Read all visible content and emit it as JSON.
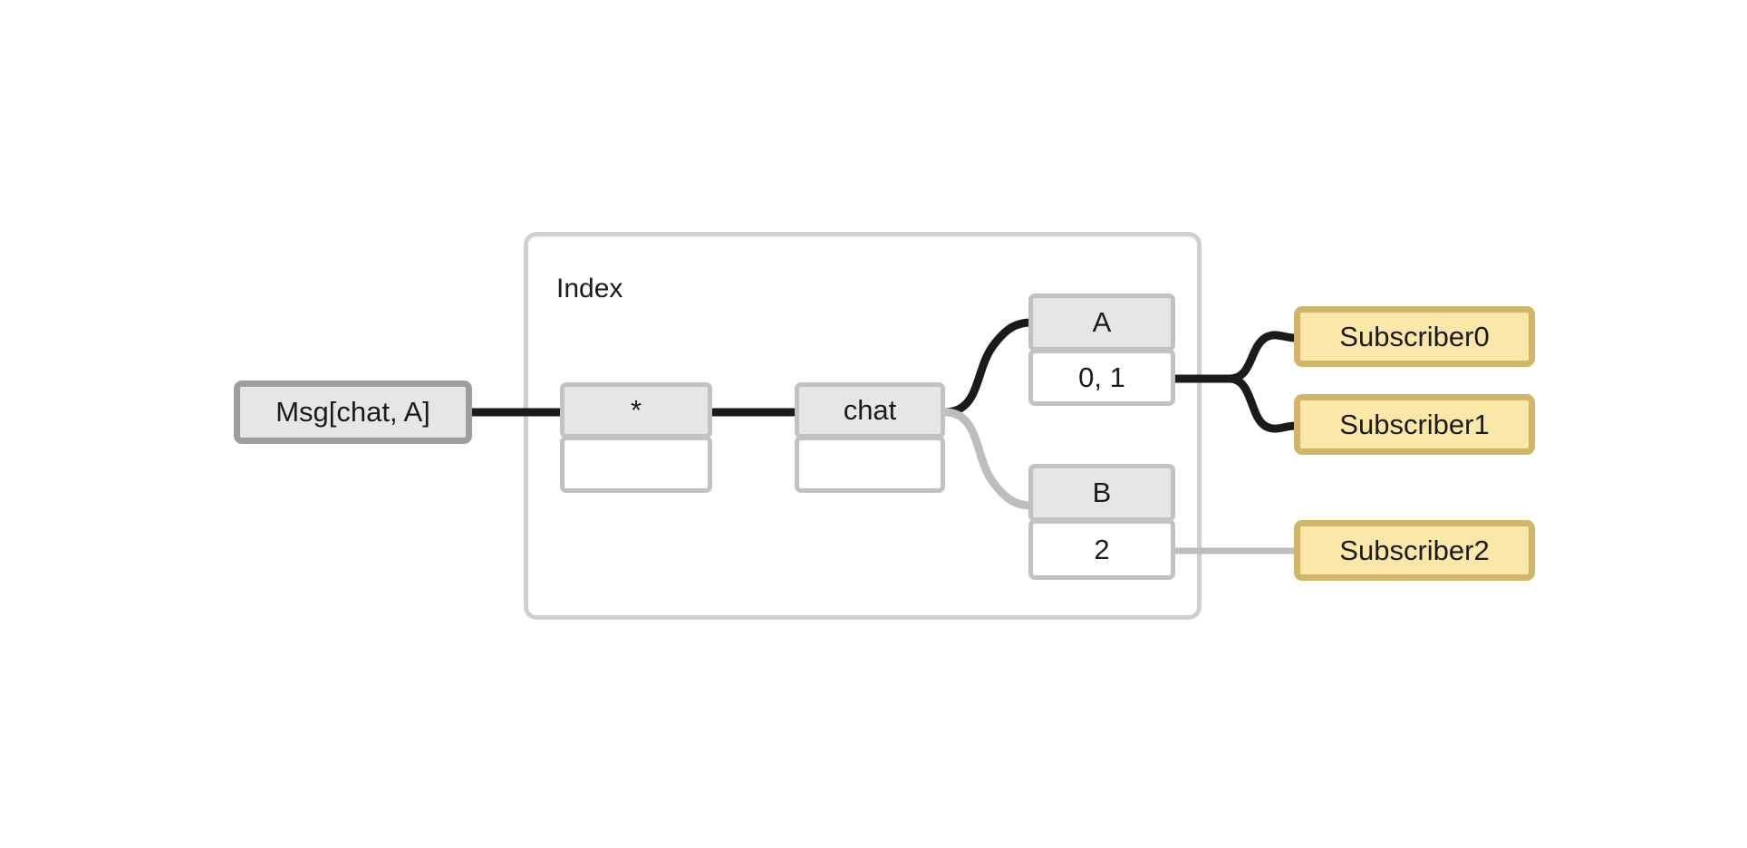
{
  "diagram": {
    "title": "",
    "background": "#ffffff",
    "colors": {
      "node_fill": "#e6e6e6",
      "node_border": "#9e9e9e",
      "subnode_border": "#c2c2c2",
      "body_fill": "#ffffff",
      "subscriber_fill": "#fbe8a8",
      "subscriber_border": "#d2b667",
      "edge_active": "#1b1b1b",
      "edge_inactive": "#bdbdbd",
      "group_border": "#cfcfcf",
      "text": "#1b1b1b"
    }
  },
  "group": {
    "label": "Index"
  },
  "message_node": {
    "label": "Msg[chat, A]"
  },
  "trie_nodes": [
    {
      "id": "wildcard",
      "header": "*",
      "body": ""
    },
    {
      "id": "chat",
      "header": "chat",
      "body": ""
    },
    {
      "id": "a",
      "header": "A",
      "body": "0, 1"
    },
    {
      "id": "b",
      "header": "B",
      "body": "2"
    }
  ],
  "subscribers": [
    {
      "id": "sub0",
      "label": "Subscriber0",
      "active": true
    },
    {
      "id": "sub1",
      "label": "Subscriber1",
      "active": true
    },
    {
      "id": "sub2",
      "label": "Subscriber2",
      "active": false
    }
  ],
  "edges": [
    {
      "from": "Msg[chat, A]",
      "to": "*",
      "state": "active"
    },
    {
      "from": "*",
      "to": "chat",
      "state": "active"
    },
    {
      "from": "chat",
      "to": "A",
      "state": "active"
    },
    {
      "from": "chat",
      "to": "B",
      "state": "inactive"
    },
    {
      "from": "A",
      "to": "Subscriber0",
      "state": "active"
    },
    {
      "from": "A",
      "to": "Subscriber1",
      "state": "active"
    },
    {
      "from": "B",
      "to": "Subscriber2",
      "state": "inactive"
    }
  ]
}
